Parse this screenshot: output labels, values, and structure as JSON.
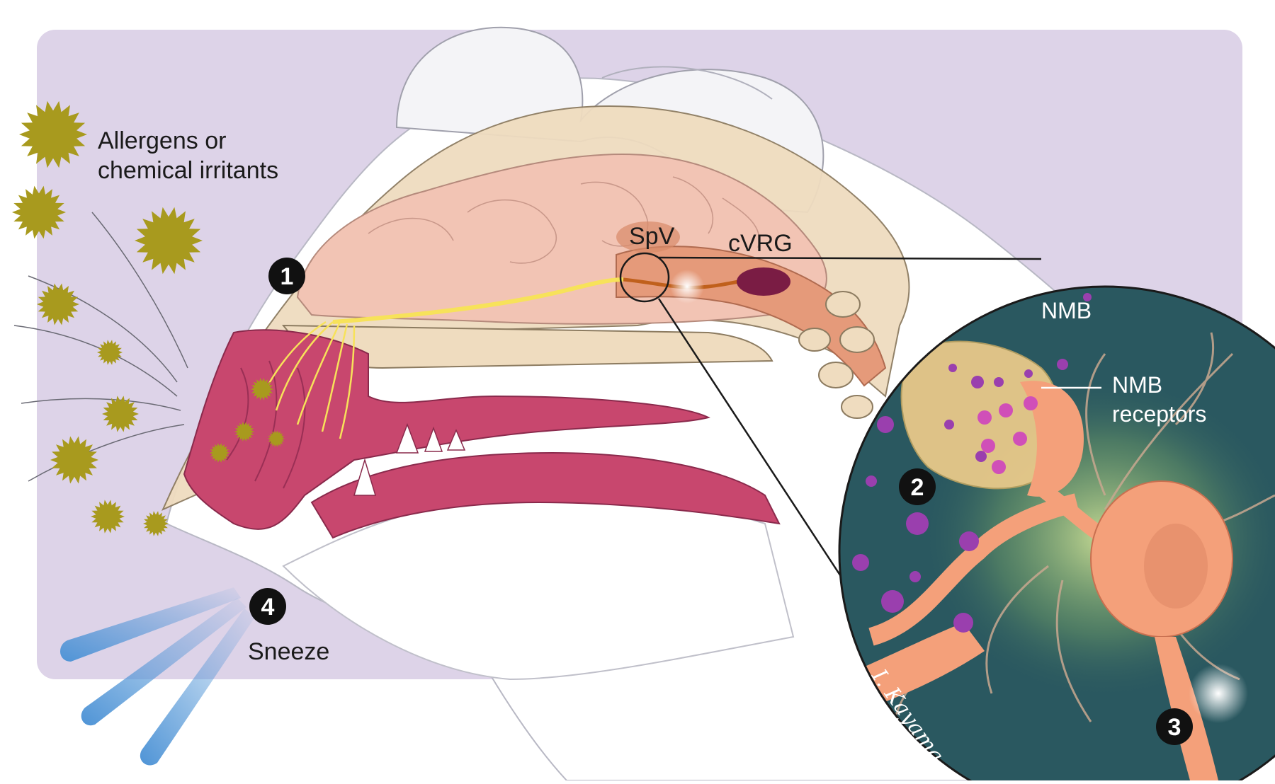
{
  "labels": {
    "allergens_line1": "Allergens or",
    "allergens_line2": "chemical irritants",
    "spv": "SpV",
    "cvrg": "cVRG",
    "nmb": "NMB",
    "nmb_receptors_line1": "NMB",
    "nmb_receptors_line2": "receptors",
    "sneeze": "Sneeze"
  },
  "steps": [
    "1",
    "2",
    "3",
    "4"
  ],
  "signature": "I. Kayama",
  "colors": {
    "background_panel": "#ddd3e8",
    "nasal_tissue": "#c8476e",
    "brain": "#f2c4b4",
    "nerve": "#f7e25a",
    "neuron": "#f4a07a",
    "inset_bg": "#2a5860",
    "nmb_particles": "#9a3fae",
    "allergen": "#a89a1e",
    "sneeze_jets": "#4f94d6"
  }
}
